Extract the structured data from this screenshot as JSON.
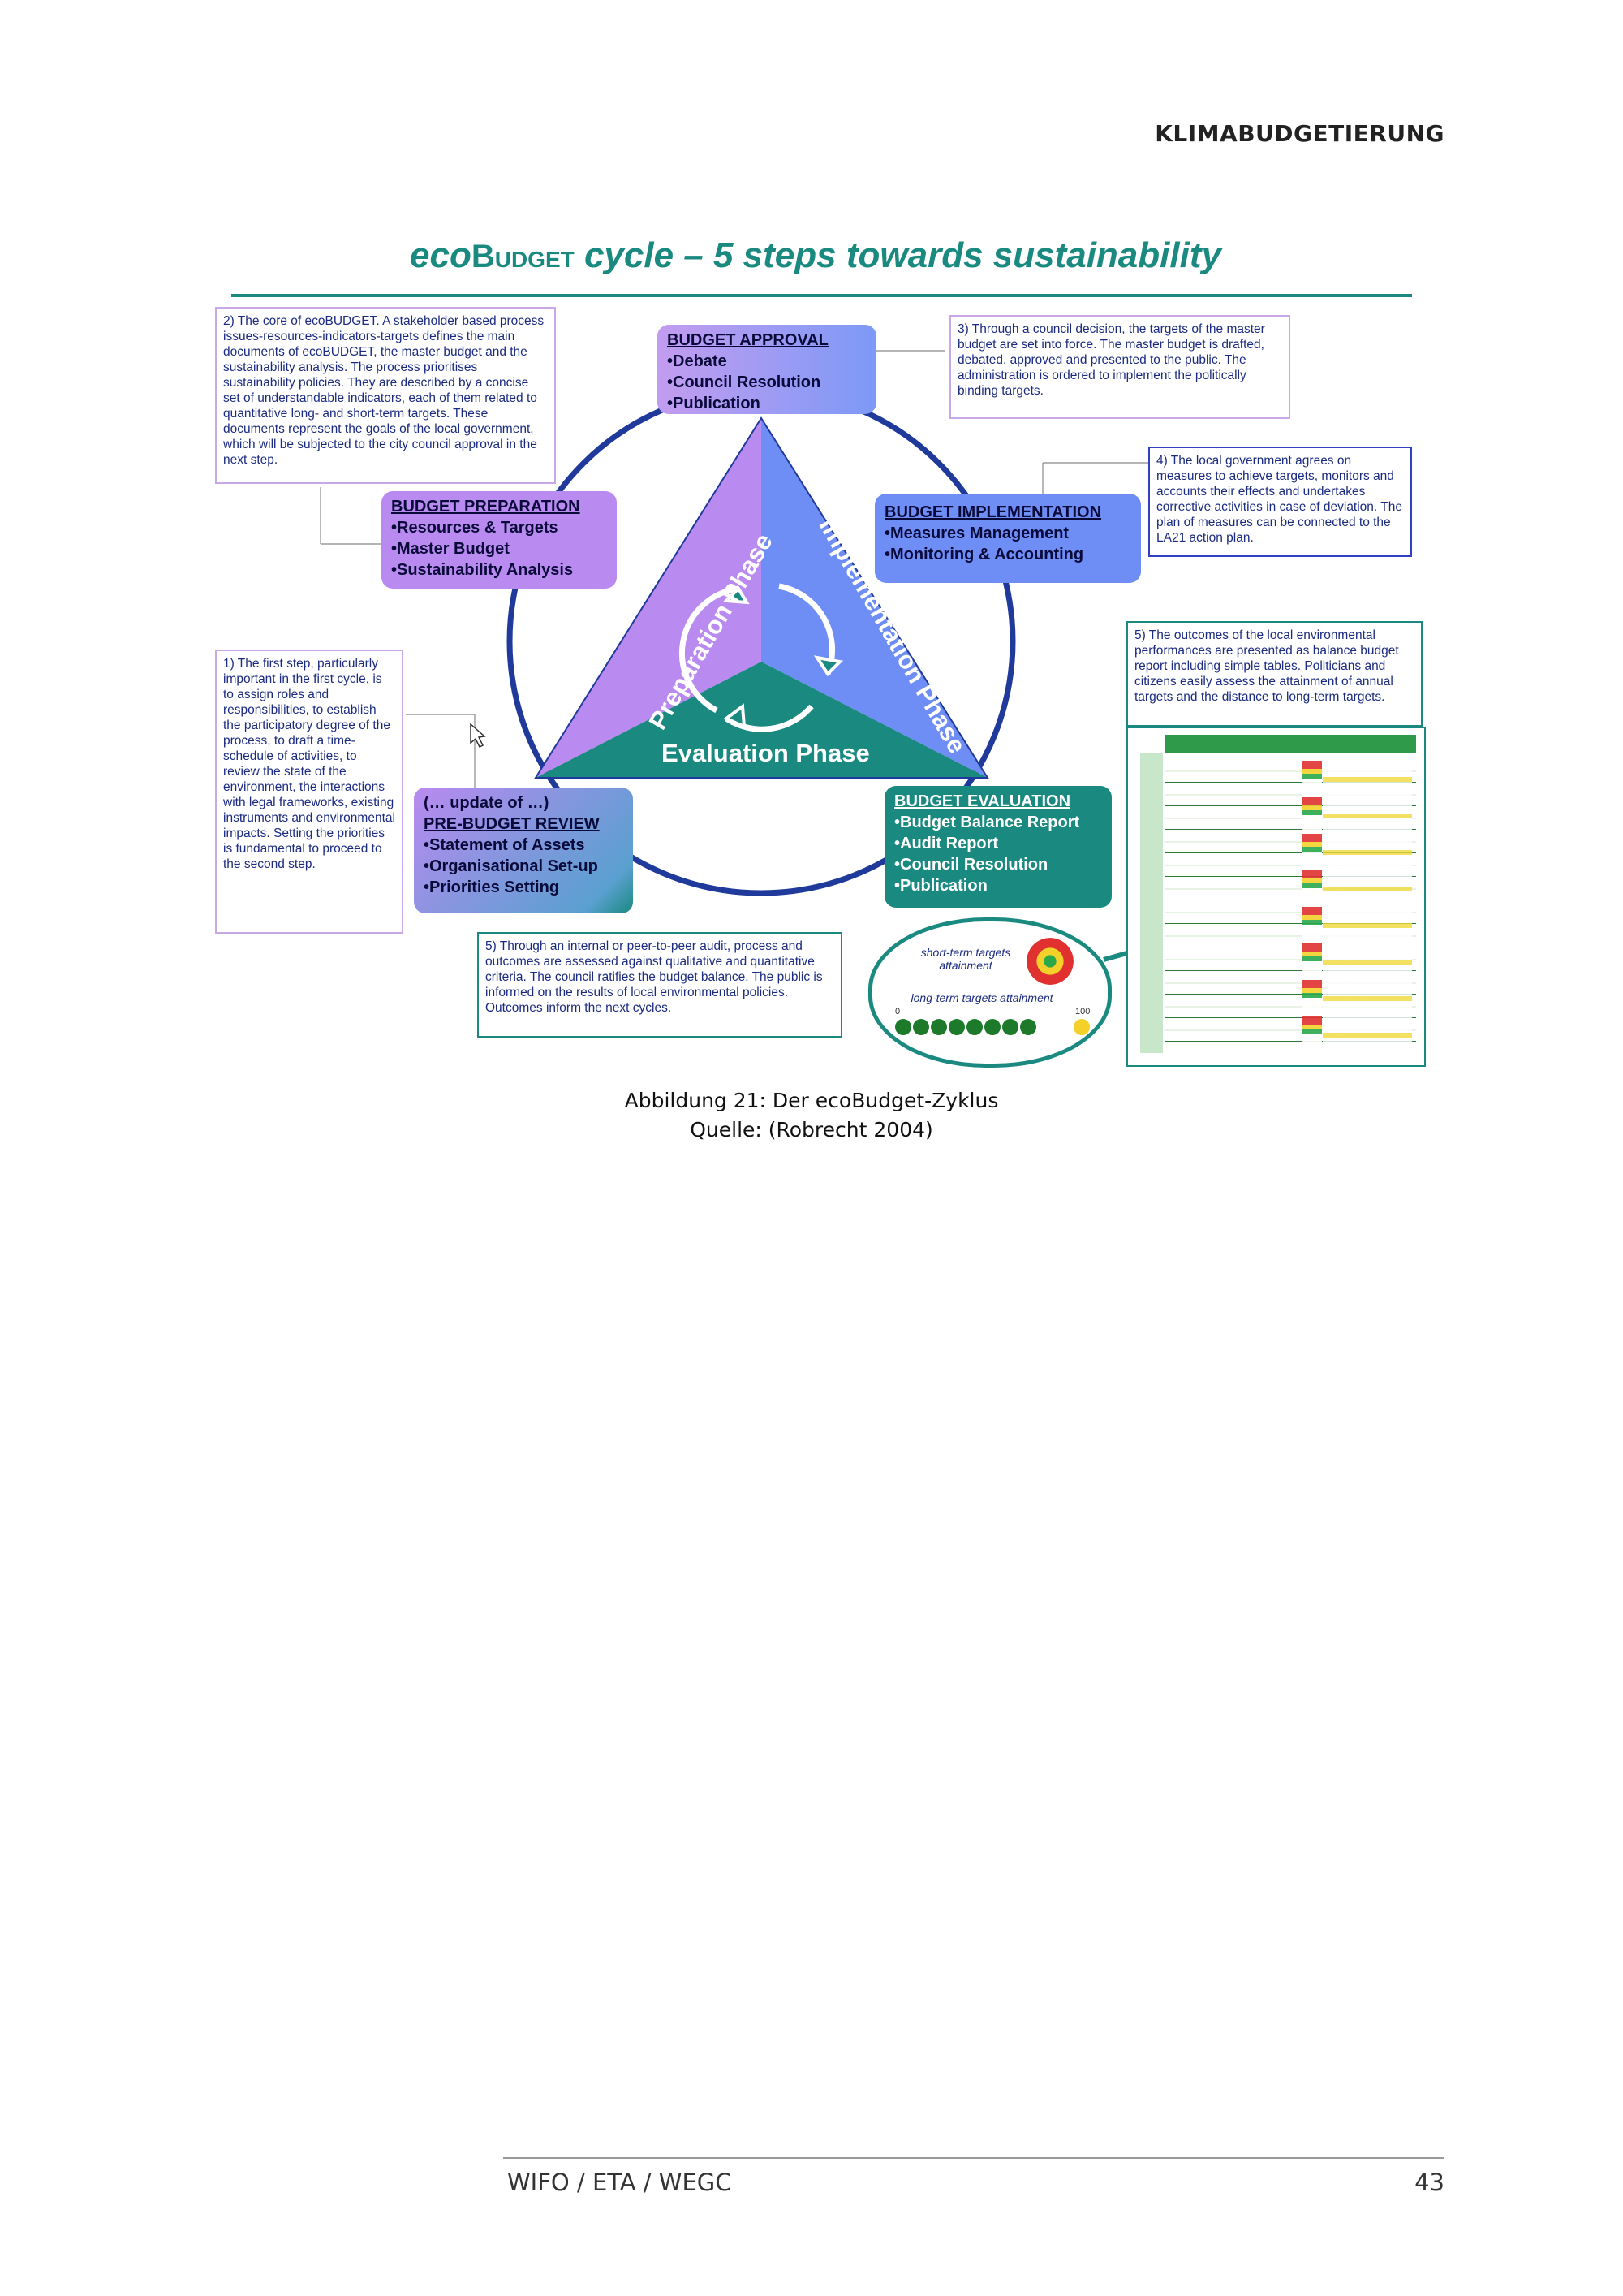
{
  "header": {
    "title": "KLIMABUDGETIERUNG"
  },
  "figure": {
    "title_pre": "eco",
    "title_sc": "Budget",
    "title_post": " cycle – 5 steps towards sustainability",
    "notes": {
      "n2": "2) The core of ecoBUDGET. A stakeholder based process issues-resources-indicators-targets defines the main documents of ecoBUDGET, the master budget and the sustainability analysis. The process prioritises sustainability policies. They are described by a concise set of understandable indicators, each of them related to quantitative long- and short-term targets. These documents represent the goals of the local government, which will be subjected to the city council approval in the next step.",
      "n3": "3) Through a council decision, the targets of the master budget are set into force. The master budget is drafted, debated, approved and presented to the public. The administration is ordered to implement the politically binding targets.",
      "n4": "4) The local government agrees on measures to achieve targets, monitors and accounts their effects and undertakes corrective activities in case of deviation. The plan of measures can be connected to the LA21 action plan.",
      "n1": "1) The first step, particularly important in the first cycle, is to assign roles and responsibilities, to establish the participatory degree of the process, to draft a time-schedule of activities, to review the state of the environment, the interactions with legal frameworks, existing instruments and environmental impacts. Setting the priorities is fundamental to proceed to the second step.",
      "n5": "5) The outcomes of the local environmental performances are presented as balance budget report including simple tables. Politicians and citizens easily assess the attainment of annual targets and the distance to long-term targets.",
      "n5b": "5) Through an internal or peer-to-peer audit, process and outcomes are assessed against qualitative and quantitative criteria. The council ratifies the budget balance. The public is informed on the results of local environmental policies. Outcomes inform the next cycles."
    },
    "boxes": {
      "approval": {
        "heading": "BUDGET APPROVAL",
        "items": [
          "•Debate",
          "•Council Resolution",
          "•Publication"
        ]
      },
      "preparation": {
        "heading": "BUDGET PREPARATION",
        "items": [
          "•Resources & Targets",
          "•Master Budget",
          "•Sustainability Analysis"
        ]
      },
      "implementation": {
        "heading": "BUDGET IMPLEMENTATION",
        "items": [
          "•Measures Management",
          "•Monitoring & Accounting"
        ]
      },
      "review": {
        "pre": "(… update of …)",
        "heading": "PRE-BUDGET REVIEW",
        "items": [
          "•Statement of Assets",
          "•Organisational Set-up",
          "•Priorities Setting"
        ]
      },
      "evaluation": {
        "heading": "BUDGET EVALUATION",
        "items": [
          "•Budget Balance Report",
          "•Audit Report",
          "•Council Resolution",
          "•Publication"
        ]
      }
    },
    "phases": {
      "preparation": "Preparation Phase",
      "implementation": "Implementation Phase",
      "evaluation": "Evaluation Phase"
    },
    "target_panel": {
      "short_term": "short-term targets attainment",
      "long_term": "long-term targets attainment",
      "scale_min": "0",
      "scale_max": "100"
    },
    "colors": {
      "teal": "#1a8a80",
      "purple": "#b98af0",
      "blue": "#6e8df5",
      "navy": "#1f3a9a"
    }
  },
  "caption": {
    "line1": "Abbildung 21: Der ecoBudget-Zyklus",
    "line2": "Quelle: (Robrecht 2004)"
  },
  "footer": {
    "left": "WIFO / ETA / WEGC",
    "page": "43"
  }
}
